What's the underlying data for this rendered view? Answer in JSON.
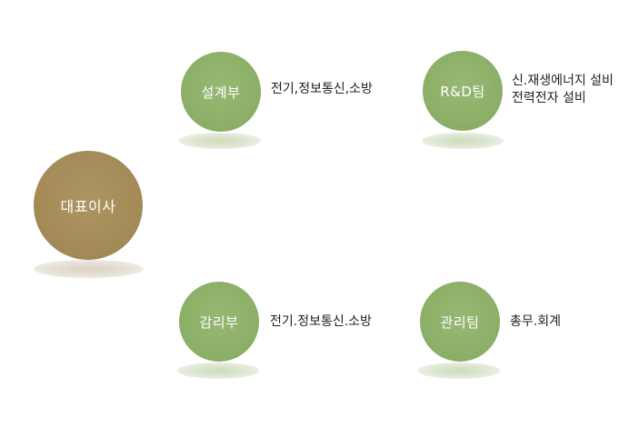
{
  "ceo": {
    "label": "대표이사"
  },
  "departments": {
    "design": {
      "label": "설계부",
      "description": [
        "전기,정보통신,소방"
      ]
    },
    "rnd": {
      "label": "R&D팀",
      "description": [
        "신.재생에너지 설비",
        "전력전자 설비"
      ]
    },
    "supervision": {
      "label": "감리부",
      "description": [
        "전기.정보통신.소방"
      ]
    },
    "management": {
      "label": "관리팀",
      "description": [
        "총무.회계"
      ]
    }
  },
  "colors": {
    "node_green": "#8db068",
    "node_gold": "#a48b58",
    "text": "#222222"
  }
}
